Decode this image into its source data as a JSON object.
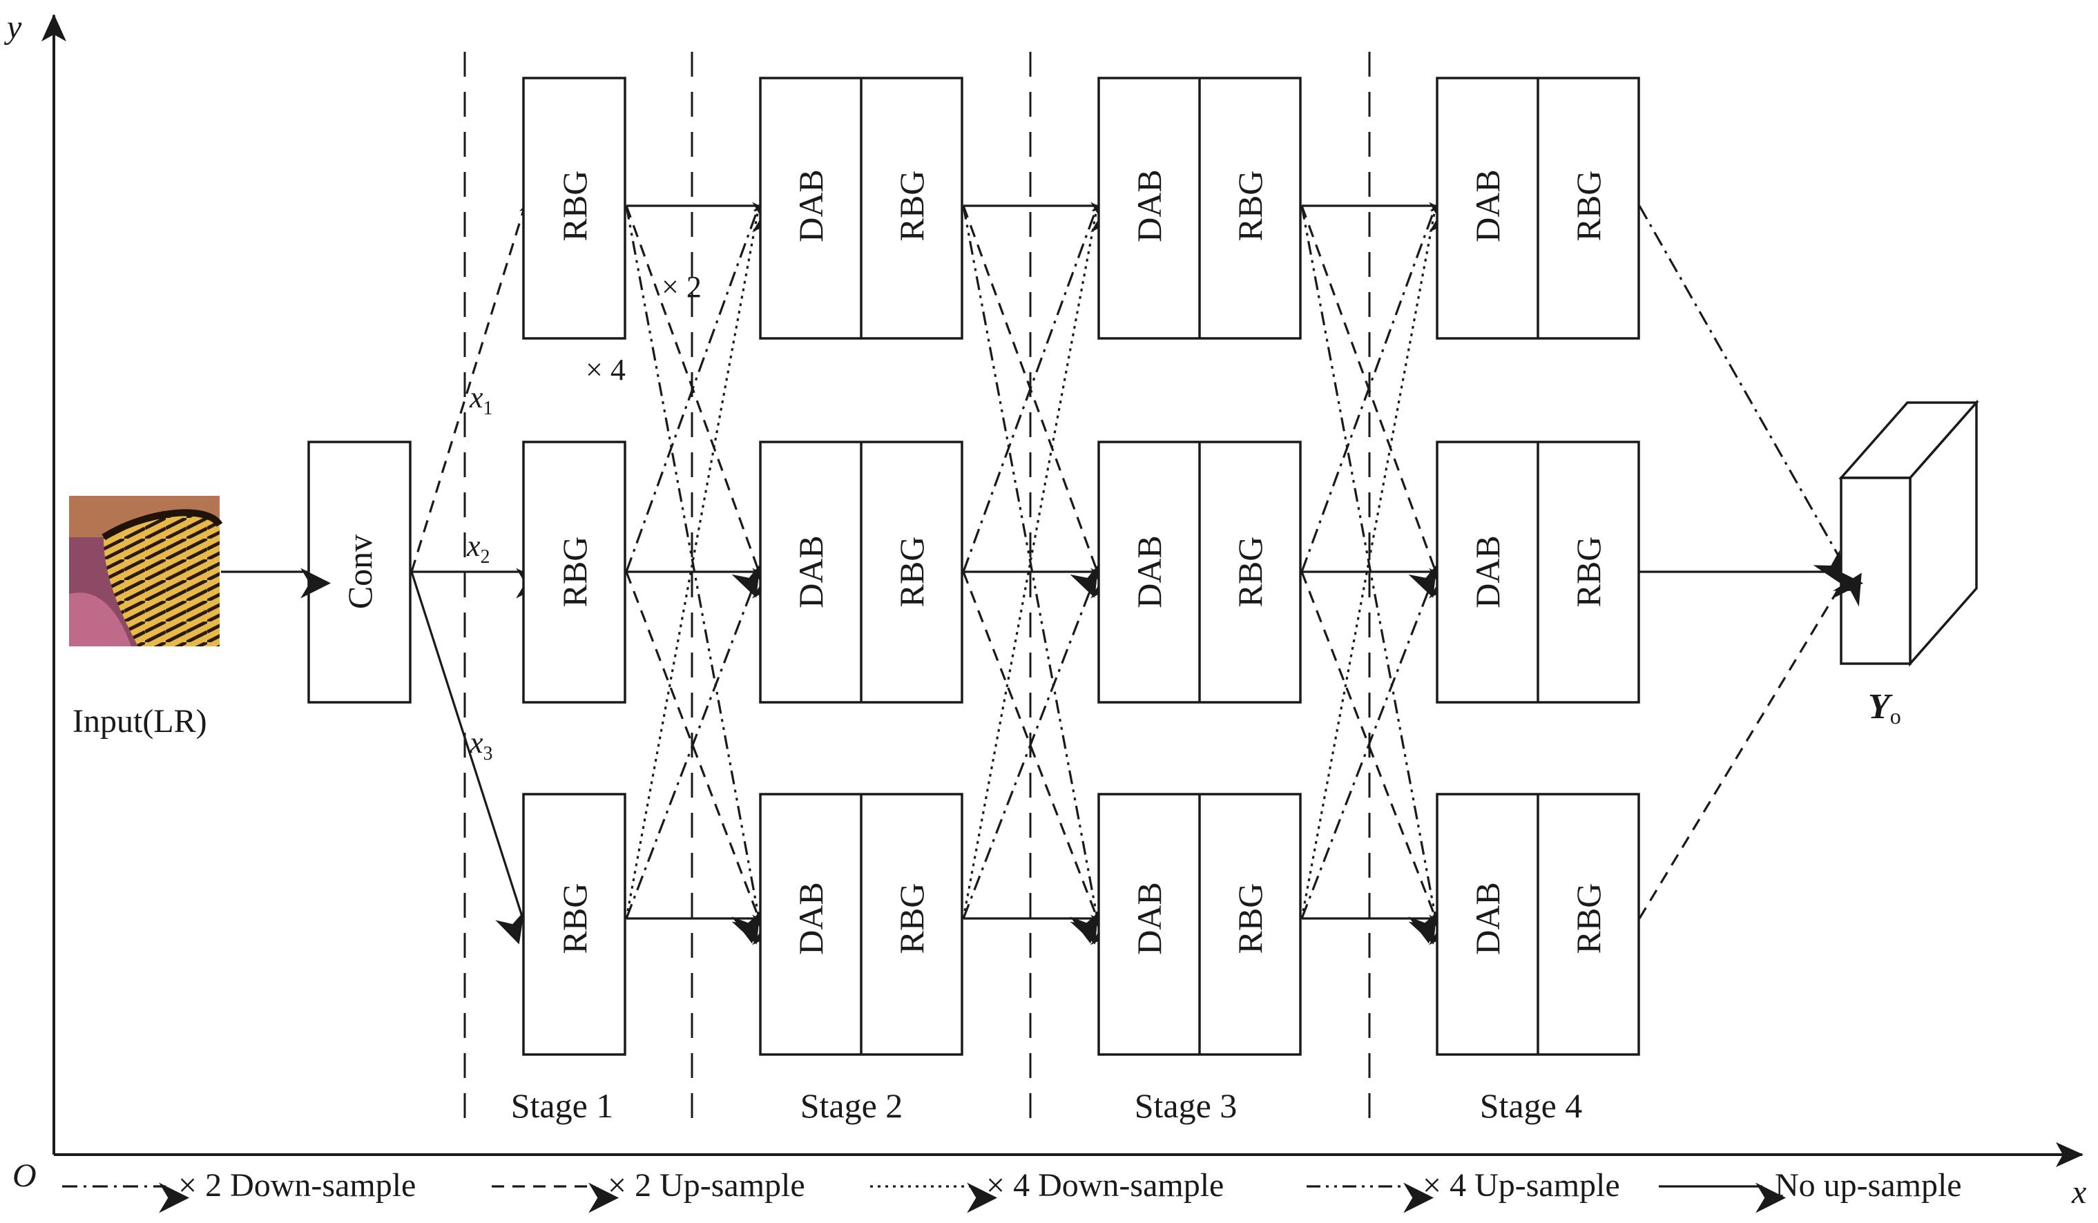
{
  "axes": {
    "x_label": "x",
    "y_label": "y",
    "origin_label": "O"
  },
  "input": {
    "label": "Input(LR)"
  },
  "conv": {
    "label": "Conv"
  },
  "branch_labels": {
    "x1": "x",
    "x1_sub": "1",
    "x2": "x",
    "x2_sub": "2",
    "x3": "x",
    "x3_sub": "3"
  },
  "annotations": {
    "x2_marker": "× 2",
    "x4_marker": "× 4"
  },
  "blocks": {
    "rbg": "RBG",
    "dab": "DAB"
  },
  "stages": [
    "Stage 1",
    "Stage 2",
    "Stage 3",
    "Stage 4"
  ],
  "output": {
    "label": "Y",
    "sub": "o"
  },
  "legend": [
    {
      "text": "× 2 Down-sample",
      "style": "dashdot"
    },
    {
      "text": "× 2 Up-sample",
      "style": "dash"
    },
    {
      "text": "× 4 Down-sample",
      "style": "dot"
    },
    {
      "text": "× 4 Up-sample",
      "style": "dashdotdot"
    },
    {
      "text": "No up-sample",
      "style": "solid"
    }
  ]
}
